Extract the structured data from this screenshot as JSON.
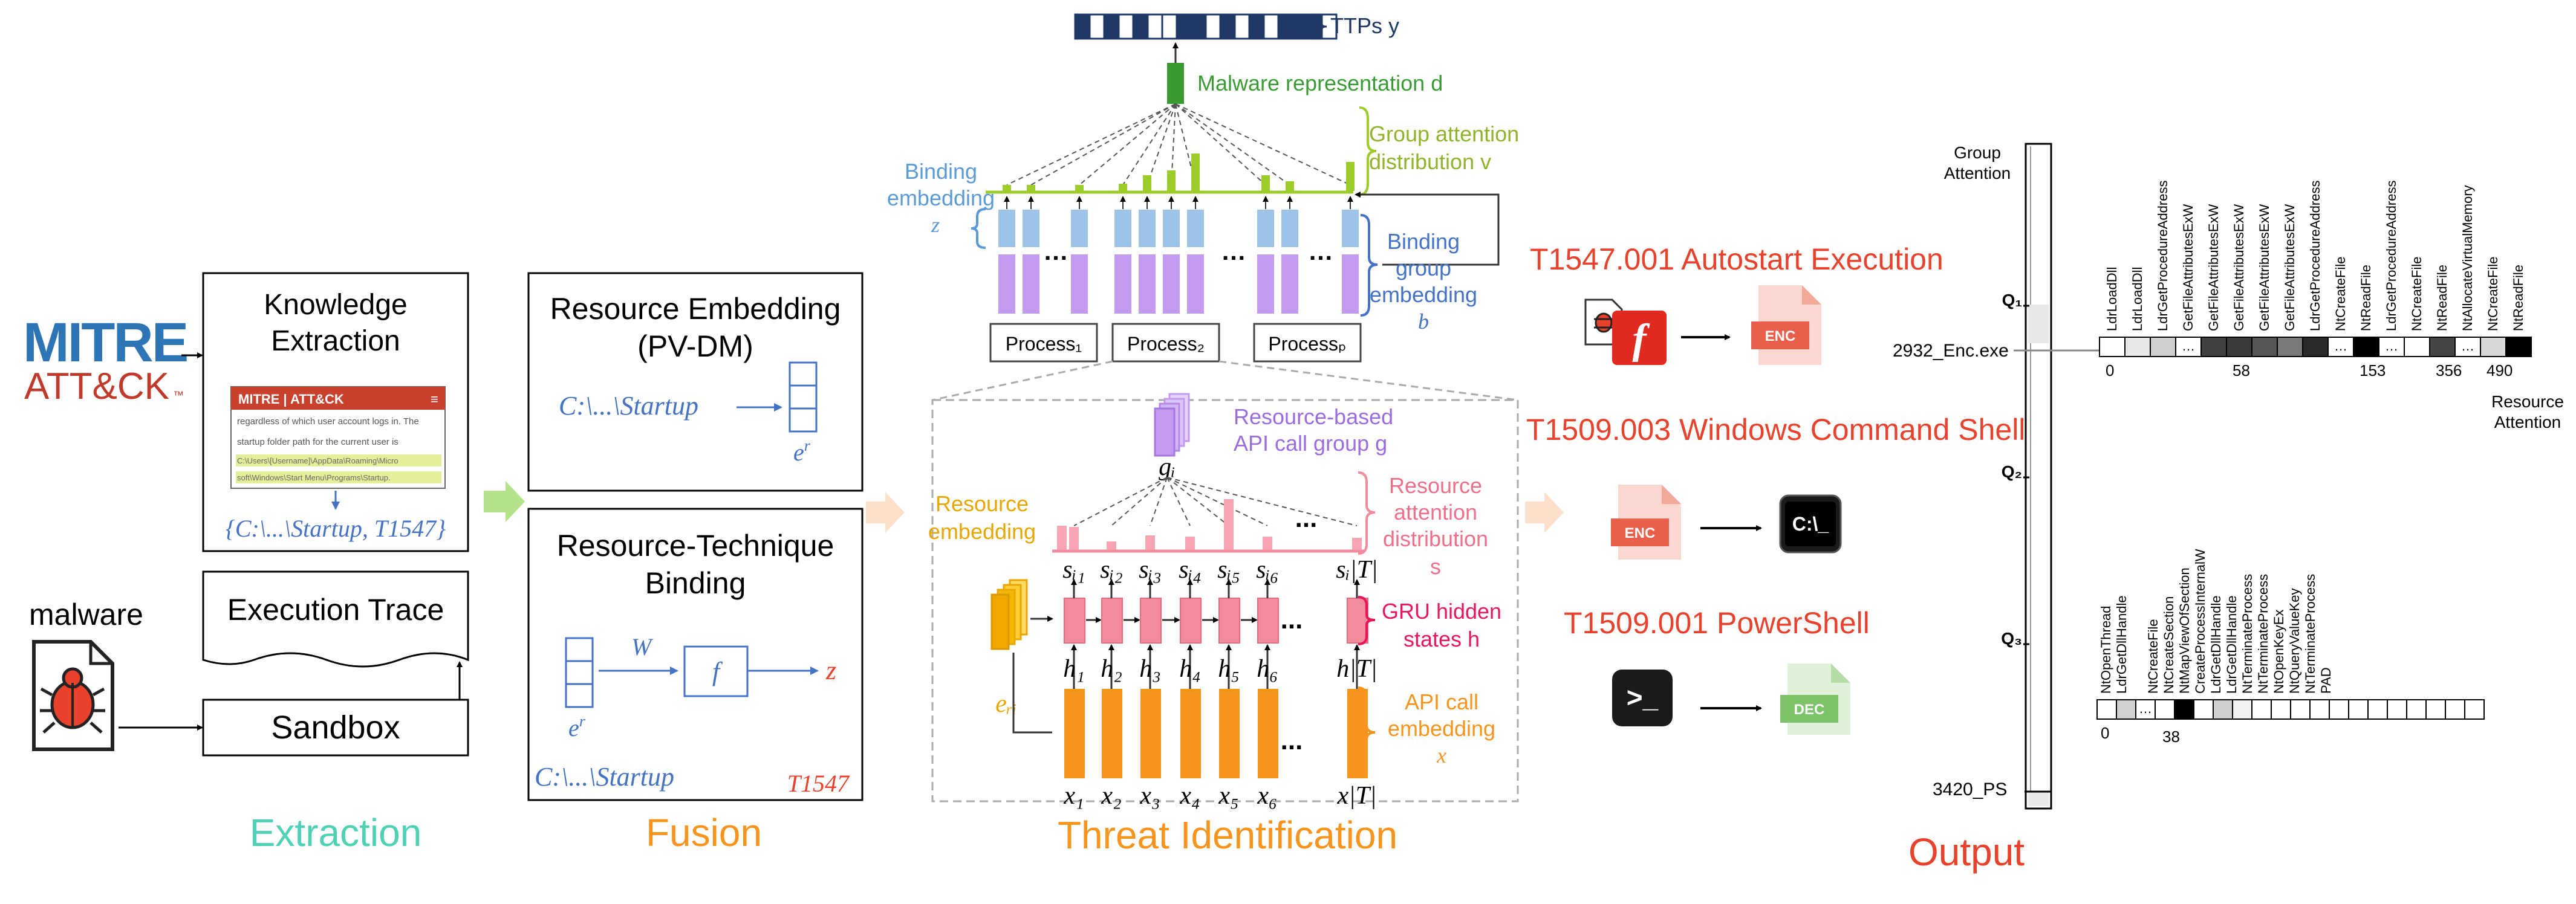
{
  "colors": {
    "teal": "#4fd1b5",
    "orange": "#f7941d",
    "red": "#e8412c",
    "green": "#3a9b35",
    "lightgreen": "#9ccc2a",
    "blue": "#4472c4",
    "lightblue": "#9dc3e6",
    "purple": "#c39af0",
    "pink": "#f28b9c",
    "navy": "#1f3864",
    "mitre_blue": "#2e75b6",
    "mitre_red": "#c0392b"
  },
  "logo": {
    "line1": "MITRE",
    "line2": "ATT&CK",
    "tm": "™"
  },
  "extraction": {
    "knowledge_title": [
      "Knowledge",
      "Extraction"
    ],
    "attack_header": "MITRE | ATT&CK",
    "snippet_lines": [
      "regardless of which user account logs in. The",
      "startup folder path for the current user is",
      "C:\\Users\\[Username]\\AppData\\Roaming\\Micro",
      "soft\\Windows\\Start Menu\\Programs\\Startup."
    ],
    "extracted_tuple": "{C:\\...\\Startup, T1547}",
    "execution_trace": "Execution Trace",
    "sandbox": "Sandbox",
    "malware_label": "malware",
    "stage_label": "Extraction"
  },
  "fusion": {
    "embedding_title": [
      "Resource Embedding",
      "(PV-DM)"
    ],
    "path": "C:\\...\\Startup",
    "er_label": "e",
    "er_sup": "r",
    "binding_title": [
      "Resource-Technique",
      "Binding"
    ],
    "w_label": "W",
    "f_label": "f",
    "z_label": "z",
    "technique": "T1547",
    "stage_label": "Fusion"
  },
  "threat": {
    "ttps_label": "TTPs y",
    "malware_repr": "Malware representation d",
    "group_attention": [
      "Group attention",
      "distribution v"
    ],
    "binding_embedding": [
      "Binding",
      "embedding",
      "z"
    ],
    "binding_group": [
      "Binding",
      "group",
      "embedding",
      "b"
    ],
    "process_labels": [
      "Process₁",
      "Process₂",
      "Processₚ"
    ],
    "resource_group": [
      "Resource-based",
      "API call group g"
    ],
    "gi": "gᵢ",
    "resource_embedding": [
      "Resource",
      "embedding"
    ],
    "eri": "eᵣᵢ",
    "resource_attention": [
      "Resource",
      "attention",
      "distribution",
      "s"
    ],
    "s_labels": [
      "sᵢ₁",
      "sᵢ₂",
      "sᵢ₃",
      "sᵢ₄",
      "sᵢ₅",
      "sᵢ₆",
      "sᵢ|T|"
    ],
    "h_labels": [
      "h₁",
      "h₂",
      "h₃",
      "h₄",
      "h₅",
      "h₆",
      "h|T|"
    ],
    "x_labels": [
      "x₁",
      "x₂",
      "x₃",
      "x₄",
      "x₅",
      "x₆",
      "x|T|"
    ],
    "gru_label": [
      "GRU hidden",
      "states h"
    ],
    "api_label": [
      "API call",
      "embedding",
      "x"
    ],
    "dots": "...",
    "stage_label": "Threat Identification"
  },
  "results": {
    "t1": "T1547.001 Autostart Execution",
    "t2": "T1509.003 Windows Command Shell",
    "t3": "T1509.001 PowerShell",
    "enc": "ENC",
    "dec": "DEC",
    "cmd": "C:\\_",
    "ps": ">_"
  },
  "output": {
    "group_attention": [
      "Group",
      "Attention"
    ],
    "q_labels": [
      "Q₁",
      "Q₂",
      "Q₃"
    ],
    "process1": "2932_Enc.exe",
    "process2": "3420_PS",
    "top_apis": [
      "LdrLoadDll",
      "LdrLoadDll",
      "LdrGetProcedureAddress",
      "GetFileAttributesExW",
      "GetFileAttributesExW",
      "GetFileAttributesExW",
      "GetFileAttributesExW",
      "GetFileAttributesExW",
      "LdrGetProcedureAddress",
      "NtCreateFile",
      "NtReadFile",
      "LdrGetProcedureAddress",
      "NtCreateFile",
      "NtReadFile",
      "NtAllocateVirtualMemory",
      "NtCreateFile",
      "NtReadFile"
    ],
    "top_ticks": [
      "0",
      "58",
      "153",
      "356",
      "490"
    ],
    "bottom_apis": [
      "NtOpenThread",
      "LdrGetDllHandle",
      "NtCreateFile",
      "NtCreateSection",
      "NtMapViewOfSection",
      "CreateProcessInternalW",
      "LdrGetDllHandle",
      "LdrGetDllHandle",
      "NtTerminateProcess",
      "NtTerminateProcess",
      "NtOpenKeyEx",
      "NtQueryValueKey",
      "NtTerminateProcess",
      "PAD"
    ],
    "bottom_ticks": [
      "0",
      "38"
    ],
    "resource_attention": [
      "Resource",
      "Attention"
    ],
    "stage_label": "Output"
  }
}
